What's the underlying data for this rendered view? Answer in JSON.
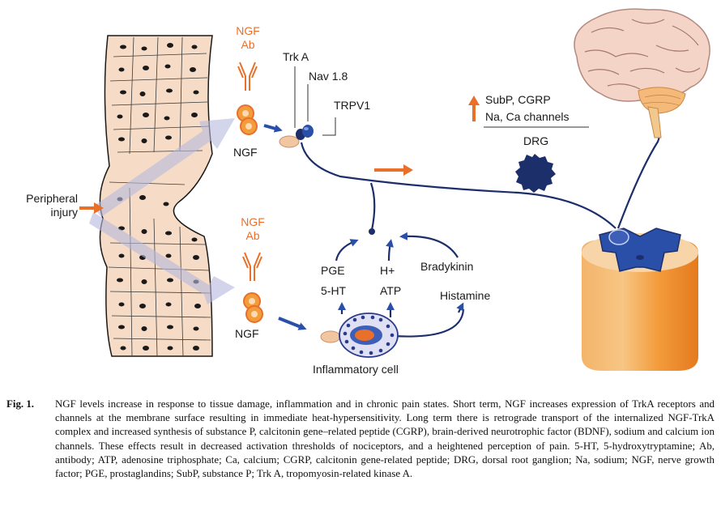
{
  "labels": {
    "ngf_ab_top": [
      "NGF",
      "Ab"
    ],
    "ngf_top": "NGF",
    "trka": "Trk A",
    "nav18": "Nav 1.8",
    "trpv1": "TRPV1",
    "subp_cgrp": "SubP, CGRP",
    "na_ca": "Na, Ca channels",
    "drg": "DRG",
    "peripheral_injury": [
      "Peripheral",
      "injury"
    ],
    "ngf_ab_bottom": [
      "NGF",
      "Ab"
    ],
    "ngf_bottom": "NGF",
    "pge": "PGE",
    "five_ht": "5-HT",
    "h_plus": "H+",
    "atp": "ATP",
    "bradykinin": "Bradykinin",
    "histamine": "Histamine",
    "inflammatory_cell": "Inflammatory cell"
  },
  "caption": {
    "figure_label": "Fig. 1.",
    "text": "NGF levels increase in response to tissue damage, inflammation and in chronic pain states. Short term, NGF increases expression of TrkA receptors and channels at the membrane surface resulting in immediate heat-hypersensitivity. Long term there is retrograde transport of the internalized NGF-TrkA complex and increased synthesis of substance P, calcitonin gene–related peptide (CGRP), brain-derived neurotrophic factor (BDNF), sodium and calcium ion channels. These effects result in decreased activation thresholds of nociceptors, and a heightened perception of pain. 5-HT, 5-hydroxytryptamine; Ab, antibody; ATP, adenosine triphosphate; Ca, calcium; CGRP, calcitonin gene-related peptide; DRG, dorsal root ganglion; Na, sodium; NGF, nerve growth factor; PGE, prostaglandins; SubP, substance P; Trk A, tropomyosin-related kinase A."
  },
  "colors": {
    "orange": "#e8702a",
    "navy": "#1c2f6b",
    "blue": "#2a4fa8",
    "tissue": "#f6dcc6",
    "lavender": "#b6b9de"
  }
}
